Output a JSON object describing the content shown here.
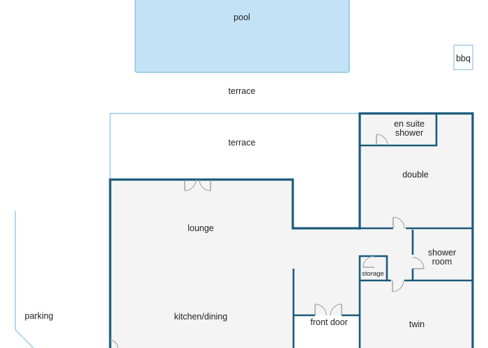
{
  "colors": {
    "wall": "#1a5a7c",
    "light_outline": "#b3d7ea",
    "pool_fill": "#c3e2f5",
    "pool_stroke": "#8fc4e2",
    "floor": "#f4f4f4",
    "door": "#7d7d7d"
  },
  "labels": {
    "pool": "pool",
    "bbq": "bbq",
    "terrace_outer": "terrace",
    "terrace_inner": "terrace",
    "en_suite_line1": "en suite",
    "en_suite_line2": "shower",
    "double": "double",
    "lounge": "lounge",
    "shower_room_line1": "shower",
    "shower_room_line2": "room",
    "storage": "storage",
    "kitchen_dining": "kitchen/dining",
    "front_door": "front door",
    "twin": "twin",
    "parking": "parking"
  }
}
